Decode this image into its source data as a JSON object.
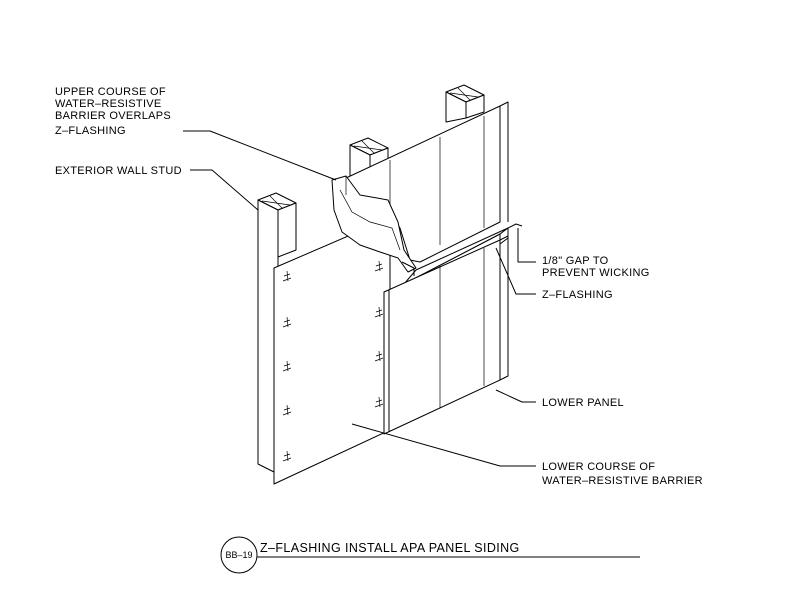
{
  "callouts": {
    "upper_barrier": [
      "UPPER COURSE OF",
      "WATER–RESISTIVE",
      "BARRIER OVERLAPS",
      "Z–FLASHING"
    ],
    "wall_stud": "EXTERIOR WALL STUD",
    "gap": [
      "1/8\" GAP TO",
      "PREVENT WICKING"
    ],
    "z_flashing": "Z–FLASHING",
    "lower_panel": "LOWER PANEL",
    "lower_barrier": [
      "LOWER COURSE OF",
      "WATER–RESISTIVE BARRIER"
    ]
  },
  "detail": {
    "badge": "BB–19",
    "title": "Z–FLASHING INSTALL APA PANEL SIDING"
  }
}
